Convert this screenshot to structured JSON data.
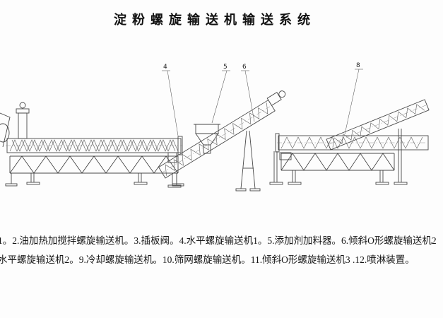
{
  "title": "淀粉螺旋输送机输送系统",
  "drawing": {
    "callouts": [
      {
        "label": "4"
      },
      {
        "label": "5"
      },
      {
        "label": "6"
      },
      {
        "label": "8"
      }
    ]
  },
  "caption": {
    "line1": "1。2.油加热加搅拌螺旋输送机。3.插板阀。4.水平螺旋输送机1。5.添加剂加料器。6.倾斜O形螺旋输送机2",
    "line2": "水平螺旋输送机2。9.冷却螺旋输送机。10.筛网螺旋输送机。11.倾斜O形螺旋输送机3 .12.喷淋装置。"
  }
}
